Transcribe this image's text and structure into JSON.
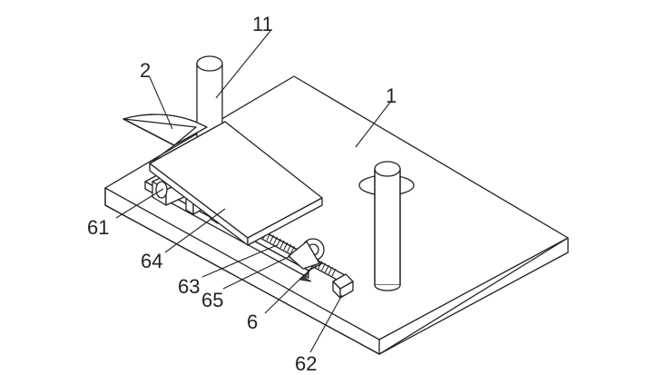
{
  "labels": {
    "l1": "1",
    "l2": "2",
    "l11": "11",
    "l61": "61",
    "l64": "64",
    "l63": "63",
    "l65": "65",
    "l6": "6",
    "l62": "62"
  }
}
